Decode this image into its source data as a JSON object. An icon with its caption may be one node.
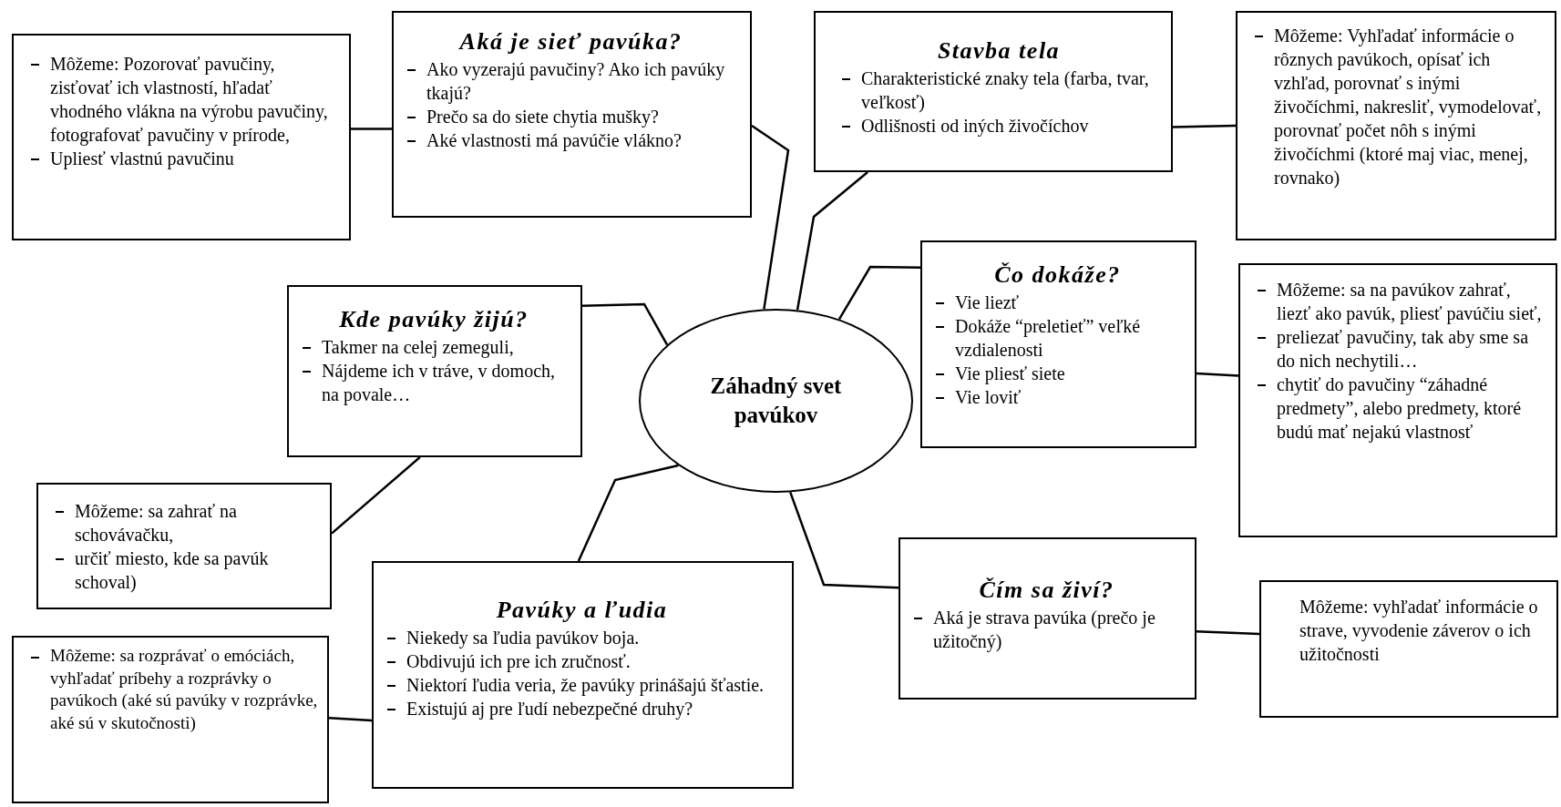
{
  "diagram": {
    "nodes": [
      {
        "text": [
          "Záhadný svet pavúkov"
        ]
      },
      {
        "text": [
          "Aká je sieť pavúka?",
          "Ako vyzerajú pavučiny? Ako ich pavúky tkajú?",
          "Prečo sa do siete chytia mušky?",
          "Aké vlastnosti má pavúčie vlákno?"
        ]
      },
      {
        "text": [
          "Môžeme: Pozorovať pavučiny, zisťovať ich vlastností, hľadať vhodného vlákna na výrobu pavučiny, fotografovať pavučiny v prírode,",
          "Upliesť vlastnú pavučinu"
        ]
      },
      {
        "text": [
          "Stavba tela",
          "Charakteristické znaky tela (farba, tvar, veľkosť)",
          "Odlišnosti od iných živočíchov"
        ]
      },
      {
        "text": [
          "Môžeme: Vyhľadať informácie o rôznych pavúkoch, opísať ich vzhľad, porovnať s inými živočíchmi, nakresliť, vymodelovať, porovnať počet nôh s inými živočíchmi (ktoré maj viac, menej, rovnako)"
        ]
      },
      {
        "text": [
          "Kde pavúky žijú?",
          "Takmer na celej zemeguli,",
          "Nájdeme ich v tráve, v domoch, na povale…"
        ]
      },
      {
        "text": [
          "Môžeme: sa zahrať na schovávačku,",
          "určiť miesto, kde sa pavúk schoval)"
        ]
      },
      {
        "text": [
          "Čo dokáže?",
          "Vie liezť",
          "Dokáže “preletieť” veľké vzdialenosti",
          "Vie pliesť siete",
          "Vie loviť"
        ]
      },
      {
        "text": [
          "Môžeme: sa na pavúkov zahrať, liezť ako pavúk, pliesť pavúčiu sieť,",
          "preliezať pavučiny, tak aby sme sa do nich nechytili…",
          "chytiť do pavučiny “záhadné predmety”, alebo predmety, ktoré budú mať nejakú vlastnosť"
        ]
      },
      {
        "text": [
          "Pavúky a ľudia",
          "Niekedy sa ľudia pavúkov boja.",
          "Obdivujú ich pre ich zručnosť.",
          "Niektorí ľudia veria, že pavúky prinášajú šťastie.",
          "Existujú aj pre ľudí nebezpečné druhy?"
        ]
      },
      {
        "text": [
          "Môžeme: sa rozprávať o emóciách, vyhľadať príbehy a rozprávky o pavúkoch (aké sú pavúky v rozprávke, aké sú v skutočnosti)"
        ]
      },
      {
        "text": [
          "Čím sa živí?",
          "Aká je strava pavúka (prečo je užitočný)"
        ]
      },
      {
        "text": [
          "Môžeme: vyhľadať informácie o strave, vyvodenie záverov o ich užitočnosti"
        ]
      }
    ],
    "edges": [
      {
        "from": 0,
        "to": 1,
        "arrow": "none"
      },
      {
        "from": 1,
        "to": 2,
        "arrow": "none"
      },
      {
        "from": 0,
        "to": 3,
        "arrow": "none"
      },
      {
        "from": 3,
        "to": 4,
        "arrow": "none"
      },
      {
        "from": 0,
        "to": 5,
        "arrow": "none"
      },
      {
        "from": 5,
        "to": 6,
        "arrow": "none"
      },
      {
        "from": 0,
        "to": 7,
        "arrow": "none"
      },
      {
        "from": 7,
        "to": 8,
        "arrow": "none"
      },
      {
        "from": 0,
        "to": 9,
        "arrow": "none"
      },
      {
        "from": 9,
        "to": 10,
        "arrow": "none"
      },
      {
        "from": 0,
        "to": 11,
        "arrow": "none"
      },
      {
        "from": 11,
        "to": 12,
        "arrow": "none"
      }
    ]
  }
}
